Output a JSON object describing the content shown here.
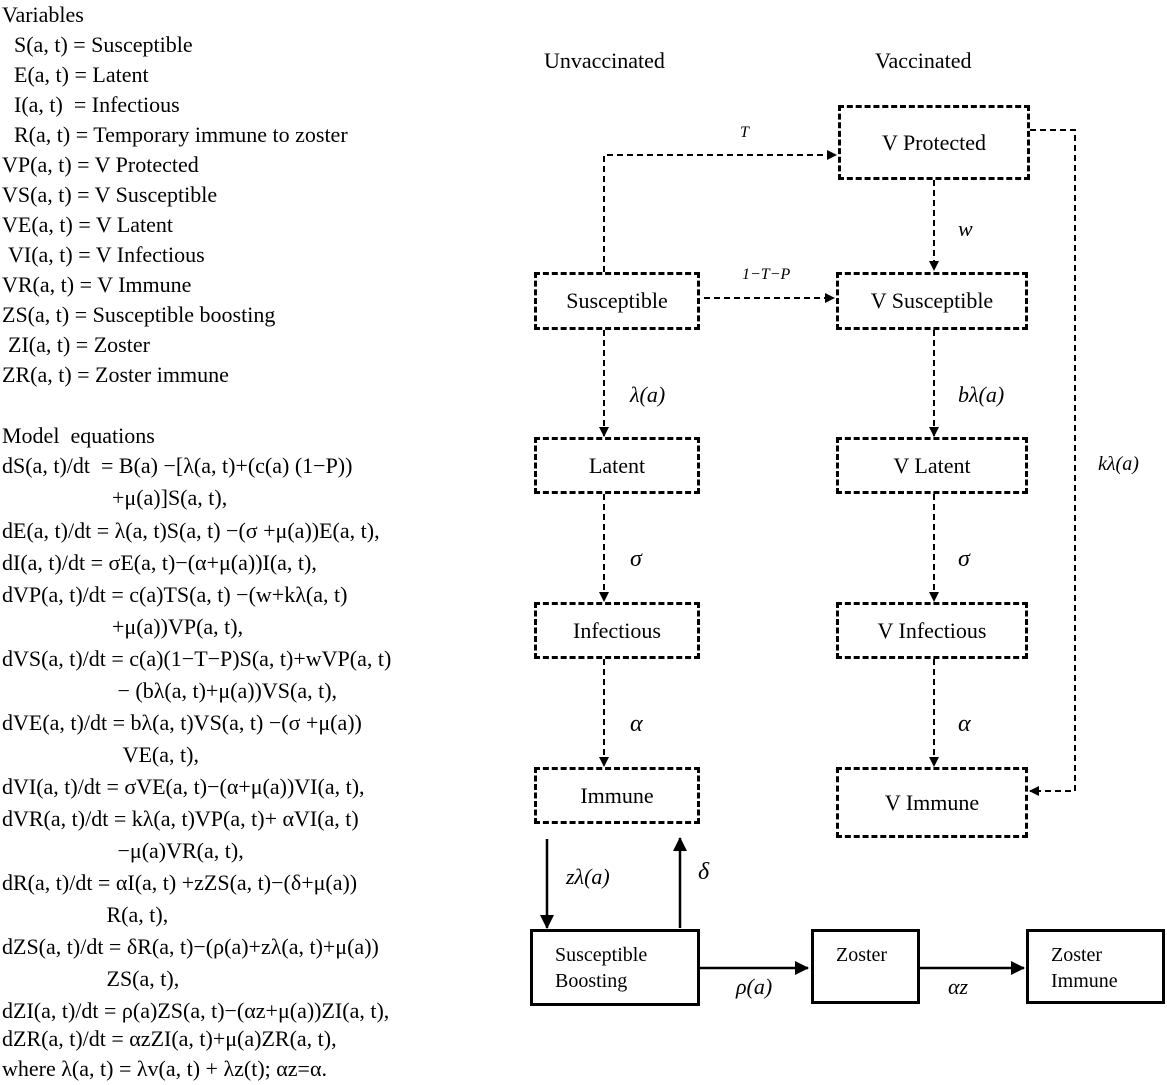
{
  "variables": {
    "heading": "Variables",
    "items": [
      "S(a, t) = Susceptible",
      "E(a, t) = Latent",
      "I(a, t)  = Infectious",
      "R(a, t) = Temporary immune to zoster",
      "VP(a, t) = V Protected",
      "VS(a, t) = V Susceptible",
      "VE(a, t) = V Latent",
      "VI(a, t) = V Infectious",
      "VR(a, t) = V Immune",
      "ZS(a, t) = Susceptible boosting",
      "ZI(a, t) = Zoster",
      "ZR(a, t) = Zoster immune"
    ]
  },
  "equations": {
    "heading": "Model  equations",
    "lines": [
      "dS(a, t)/dt  = B(a) −[λ(a, t)+(c(a) (1−P))",
      "                    +μ(a)]S(a, t),",
      "dE(a, t)/dt = λ(a, t)S(a, t) −(σ +μ(a))E(a, t),",
      "dI(a, t)/dt = σE(a, t)−(α+μ(a))I(a, t),",
      "dVP(a, t)/dt = c(a)TS(a, t) −(w+kλ(a, t)",
      "                    +μ(a))VP(a, t),",
      "dVS(a, t)/dt = c(a)(1−T−P)S(a, t)+wVP(a, t)",
      "                     − (bλ(a, t)+μ(a))VS(a, t),",
      "dVE(a, t)/dt = bλ(a, t)VS(a, t) −(σ +μ(a))",
      "                      VE(a, t),",
      "dVI(a, t)/dt = σVE(a, t)−(α+μ(a))VI(a, t),",
      "dVR(a, t)/dt = kλ(a, t)VP(a, t)+ αVI(a, t)",
      "                     −μ(a)VR(a, t),",
      "dR(a, t)/dt = αI(a, t) +zZS(a, t)−(δ+μ(a))",
      "                   R(a, t),",
      "dZS(a, t)/dt = δR(a, t)−(ρ(a)+zλ(a, t)+μ(a))",
      "                   ZS(a, t),",
      "dZI(a, t)/dt = ρ(a)ZS(a, t)−(αz+μ(a))ZI(a, t),",
      "dZR(a, t)/dt = αzZI(a, t)+μ(a)ZR(a, t),",
      "where λ(a, t) = λv(a, t) + λz(t); αz=α."
    ]
  },
  "diagram": {
    "col_headers": {
      "unvaccinated": "Unvaccinated",
      "vaccinated": "Vaccinated"
    },
    "boxes": {
      "susceptible": "Susceptible",
      "latent": "Latent",
      "infectious": "Infectious",
      "immune": "Immune",
      "v_protected": "V Protected",
      "v_susceptible": "V Susceptible",
      "v_latent": "V Latent",
      "v_infectious": "V Infectious",
      "v_immune": "V Immune",
      "susceptible_boosting_1": "Susceptible",
      "susceptible_boosting_2": "Boosting",
      "zoster": "Zoster",
      "zoster_immune_1": "Zoster",
      "zoster_immune_2": "Immune"
    },
    "rates": {
      "T": "T",
      "one_minus_T_P": "1−T−P",
      "w": "w",
      "lambda": "λ(a)",
      "b_lambda": "bλ(a)",
      "sigma_left": "σ",
      "sigma_right": "σ",
      "alpha_left": "α",
      "alpha_right": "α",
      "k_lambda": "kλ(a)",
      "z_lambda": "zλ(a)",
      "delta": "δ",
      "rho": "ρ(a)",
      "alpha_z": "αz"
    }
  }
}
